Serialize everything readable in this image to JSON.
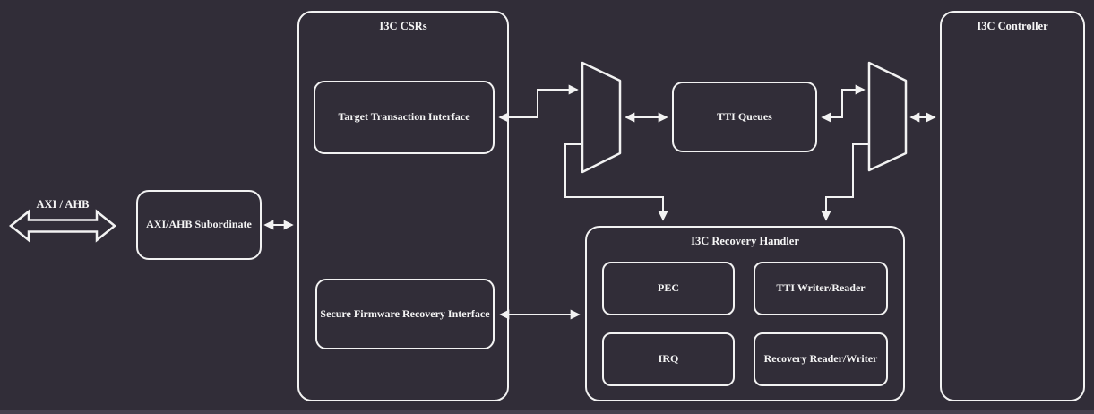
{
  "diagram": {
    "kind": "block-diagram",
    "colors": {
      "background": "#312d38",
      "stroke": "#f2f2f2",
      "text": "#f5f5f5",
      "bottom_strip": "#45404d"
    },
    "bus": {
      "label": "AXI / AHB",
      "shape": "double-headed-hollow-arrow"
    },
    "blocks": {
      "subordinate": {
        "label": "AXI/AHB Subordinate"
      },
      "csrs": {
        "title": "I3C CSRs"
      },
      "tti": {
        "label": "Target Transaction Interface"
      },
      "sfri": {
        "label": "Secure Firmware Recovery Interface"
      },
      "tti_queues": {
        "label": "TTI Queues"
      },
      "recovery_handler": {
        "title": "I3C Recovery Handler",
        "children": {
          "pec": {
            "label": "PEC"
          },
          "tti_writer_reader": {
            "label": "TTI Writer/Reader"
          },
          "irq": {
            "label": "IRQ"
          },
          "recovery_reader_writer": {
            "label": "Recovery Reader/Writer"
          }
        }
      },
      "controller": {
        "title": "I3C Controller"
      }
    },
    "muxes": [
      {
        "name": "mux-left",
        "shape": "trapezoid"
      },
      {
        "name": "mux-right",
        "shape": "trapezoid"
      }
    ],
    "connections": [
      {
        "from": "axi-ahb-bus",
        "to": "subordinate",
        "type": "bidirectional"
      },
      {
        "from": "subordinate",
        "to": "csrs",
        "type": "bidirectional"
      },
      {
        "from": "tti",
        "to": "mux-left",
        "type": "bidirectional-stepped"
      },
      {
        "from": "mux-left",
        "to": "tti_queues",
        "type": "bidirectional"
      },
      {
        "from": "tti_queues",
        "to": "mux-right",
        "type": "bidirectional-stepped"
      },
      {
        "from": "mux-right",
        "to": "controller",
        "type": "bidirectional"
      },
      {
        "from": "mux-left",
        "to": "recovery_handler",
        "type": "down-arrow"
      },
      {
        "from": "mux-right",
        "to": "recovery_handler",
        "type": "down-arrow"
      },
      {
        "from": "sfri",
        "to": "recovery_handler",
        "type": "bidirectional"
      }
    ]
  }
}
